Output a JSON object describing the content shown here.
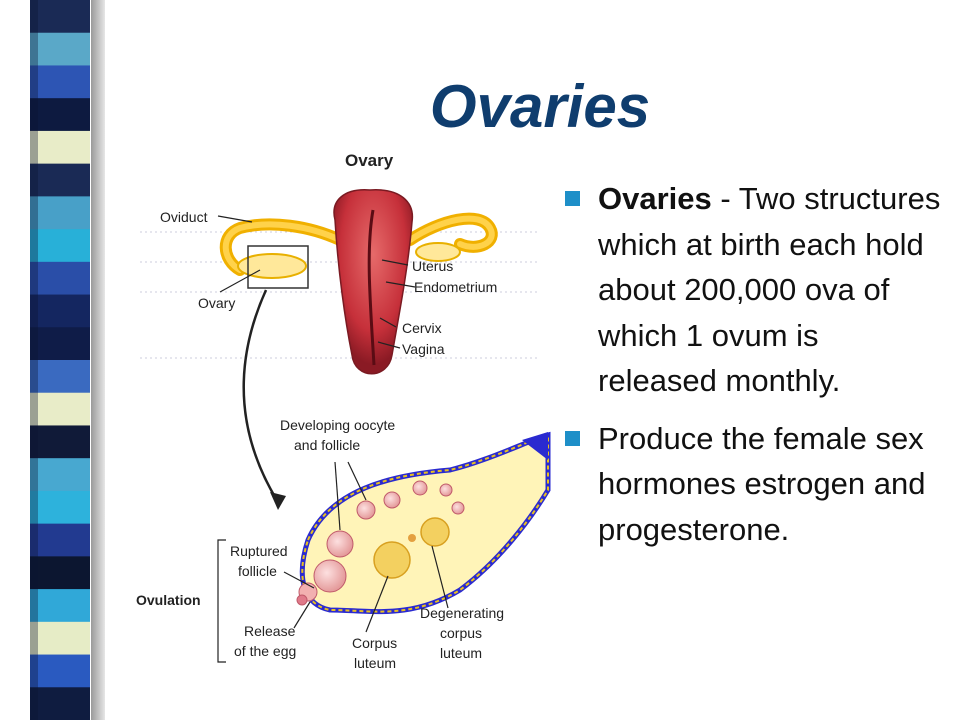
{
  "slide": {
    "title": "Ovaries",
    "bullets": [
      {
        "term": "Ovaries",
        "text": " - Two structures which at birth each hold about 200,000 ova of which 1 ovum is released monthly."
      },
      {
        "term": "",
        "text": "Produce the female sex hormones estrogen and progesterone."
      }
    ],
    "bullet_color": "#1e8fc8",
    "title_color": "#0f3d6e"
  },
  "diagram": {
    "title": "Ovary",
    "labels": {
      "oviduct": "Oviduct",
      "ovary": "Ovary",
      "uterus": "Uterus",
      "endometrium": "Endometrium",
      "cervix": "Cervix",
      "vagina": "Vagina",
      "developing_1": "Developing oocyte",
      "developing_2": "and follicle",
      "ruptured_1": "Ruptured",
      "ruptured_2": "follicle",
      "ovulation": "Ovulation",
      "release_1": "Release",
      "release_2": "of the egg",
      "corpus_1": "Corpus",
      "corpus_2": "luteum",
      "degen_1": "Degenerating",
      "degen_2": "corpus",
      "degen_3": "luteum"
    }
  },
  "sidebar": {
    "stripe_colors": [
      "#1a2a55",
      "#5aa8c8",
      "#2d55b4",
      "#0d1a40",
      "#e8ecc8",
      "#1a2a55",
      "#48a0c8",
      "#28b0d8",
      "#2a4ea8",
      "#142660",
      "#0f1c48",
      "#3a6ac0",
      "#e8ecc8",
      "#101a38",
      "#48a8d0",
      "#2db2dc",
      "#223a90",
      "#0c1630",
      "#30a8d8",
      "#e6ecc6",
      "#2a5ac0",
      "#0f1c40"
    ]
  }
}
